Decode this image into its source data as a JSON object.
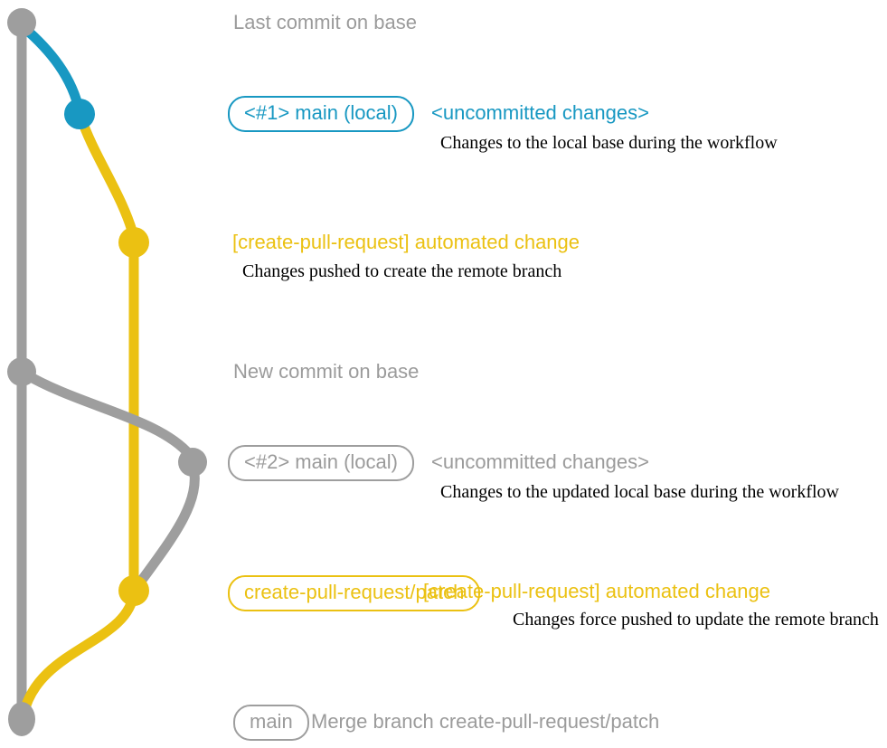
{
  "colors": {
    "gray_branch": "#9e9e9e",
    "gray_text": "#9b9b9b",
    "blue": "#1898c2",
    "yellow": "#ebc112",
    "black_text": "#000000"
  },
  "graph": {
    "base_branch": "base (main) branch line",
    "icons": [
      "commit-dot-last-base",
      "commit-dot-local-main-1",
      "commit-dot-automated-change-1",
      "commit-dot-new-base",
      "commit-dot-local-main-2",
      "commit-dot-automated-change-2",
      "commit-dot-merge"
    ]
  },
  "annotations": {
    "last_commit": "Last commit on base",
    "new_commit": "New commit on base"
  },
  "rows": {
    "row1": {
      "badge": "<#1> main (local)",
      "title": "<uncommitted changes>",
      "desc": "Changes to the local base during the workflow"
    },
    "row2": {
      "title": "[create-pull-request] automated change",
      "desc": "Changes pushed to create the remote branch"
    },
    "row3": {
      "badge": "<#2> main (local)",
      "title": "<uncommitted changes>",
      "desc": "Changes to the updated local base during the workflow"
    },
    "row4": {
      "badge": "create-pull-request/patch",
      "title": "[create-pull-request] automated change",
      "desc": "Changes force pushed to update the remote branch"
    },
    "row5": {
      "badge": "main",
      "title": "Merge branch create-pull-request/patch"
    }
  }
}
